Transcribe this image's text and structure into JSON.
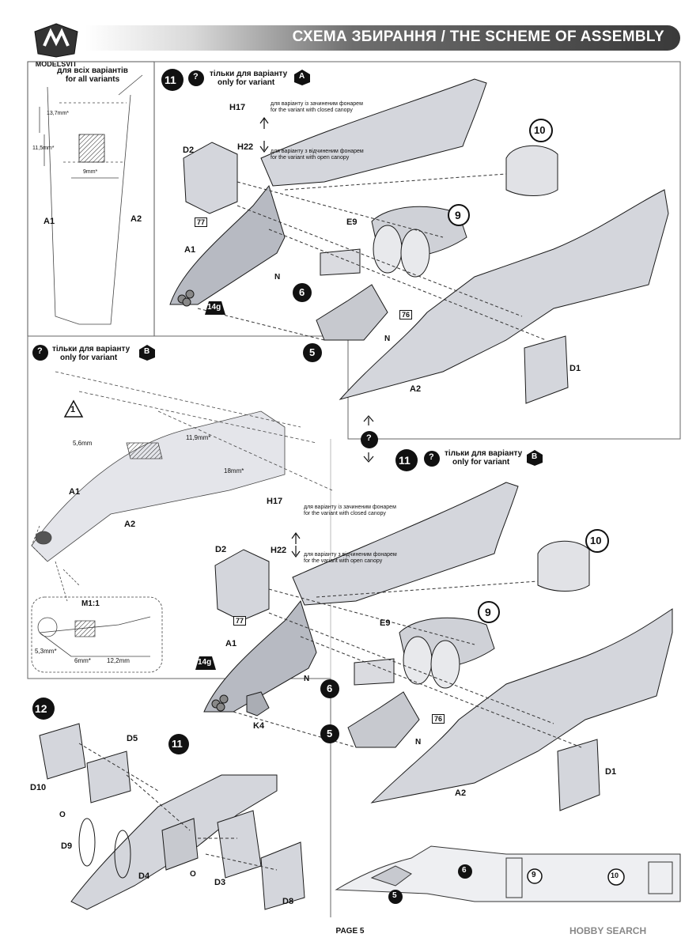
{
  "header": {
    "brand": "MODELSVIT",
    "title": "СХЕМА ЗБИРАННЯ / THE SCHEME OF ASSEMBLY"
  },
  "panel_all": {
    "title_ua": "для всіх варіантів",
    "title_en": "for all variants",
    "dim_1": "13,7mm*",
    "dim_2": "11,5mm*",
    "dim_3": "9mm*",
    "label_a1": "A1",
    "label_a2": "A2"
  },
  "panel_b_left": {
    "question": "?",
    "title_ua": "тільки для варіанту",
    "title_en": "only for variant",
    "variant": "B",
    "step_ref": "1",
    "dim_1": "5,6mm",
    "dim_2": "11,9mm*",
    "dim_3": "18mm*",
    "label_a1": "A1",
    "label_a2": "A2",
    "scale": "M1:1",
    "dim_4": "5,3mm*",
    "dim_5": "6mm*",
    "dim_6": "12,2mm"
  },
  "step11a": {
    "step": "11",
    "question": "?",
    "title_ua": "тільки для варіанту",
    "title_en": "only for variant",
    "variant": "A",
    "h17": "H17",
    "h17_ua": "для варіанту із зачиненим фонарем",
    "h17_en": "for the variant with closed canopy",
    "h22": "H22",
    "h22_ua": "для варіанту з відчиненим фонарем",
    "h22_en": "for the variant with open canopy",
    "d2": "D2",
    "e9": "E9",
    "ref77": "77",
    "a1": "A1",
    "weight": "14g",
    "n1": "N",
    "part6": "6",
    "part5": "5",
    "part9": "9",
    "part10": "10",
    "ref76": "76",
    "n2": "N",
    "a2": "A2",
    "d1": "D1"
  },
  "step11b": {
    "step": "11",
    "question": "?",
    "title_ua": "тільки для варіанту",
    "title_en": "only for variant",
    "variant": "B",
    "h17": "H17",
    "h17_ua": "для варіанту із зачиненим фонарем",
    "h17_en": "for the variant with closed canopy",
    "h22": "H22",
    "h22_ua": "для варіанту з відчиненим фонарем",
    "h22_en": "for the variant with open canopy",
    "d2": "D2",
    "e9": "E9",
    "ref77": "77",
    "a1": "A1",
    "weight": "14g",
    "k4": "K4",
    "n1": "N",
    "part6": "6",
    "part5": "5",
    "part9": "9",
    "part10": "10",
    "ref76": "76",
    "n2": "N",
    "a2": "A2",
    "d1": "D1"
  },
  "step12": {
    "step": "12",
    "sub_step": "11",
    "d5": "D5",
    "d10": "D10",
    "o1": "O",
    "d9": "D9",
    "d4": "D4",
    "o2": "O",
    "d3": "D3",
    "d8": "D8"
  },
  "bottom_section": {
    "p6": "6",
    "p9": "9",
    "p10": "10",
    "p5": "5"
  },
  "center_question": "?",
  "footer": {
    "page": "PAGE 5",
    "watermark": "HOBBY SEARCH"
  },
  "colors": {
    "part_fill": "#d4d6dc",
    "part_dark": "#8c8f97",
    "line": "#1a1a1a",
    "header_dark": "#3a3a3a"
  }
}
